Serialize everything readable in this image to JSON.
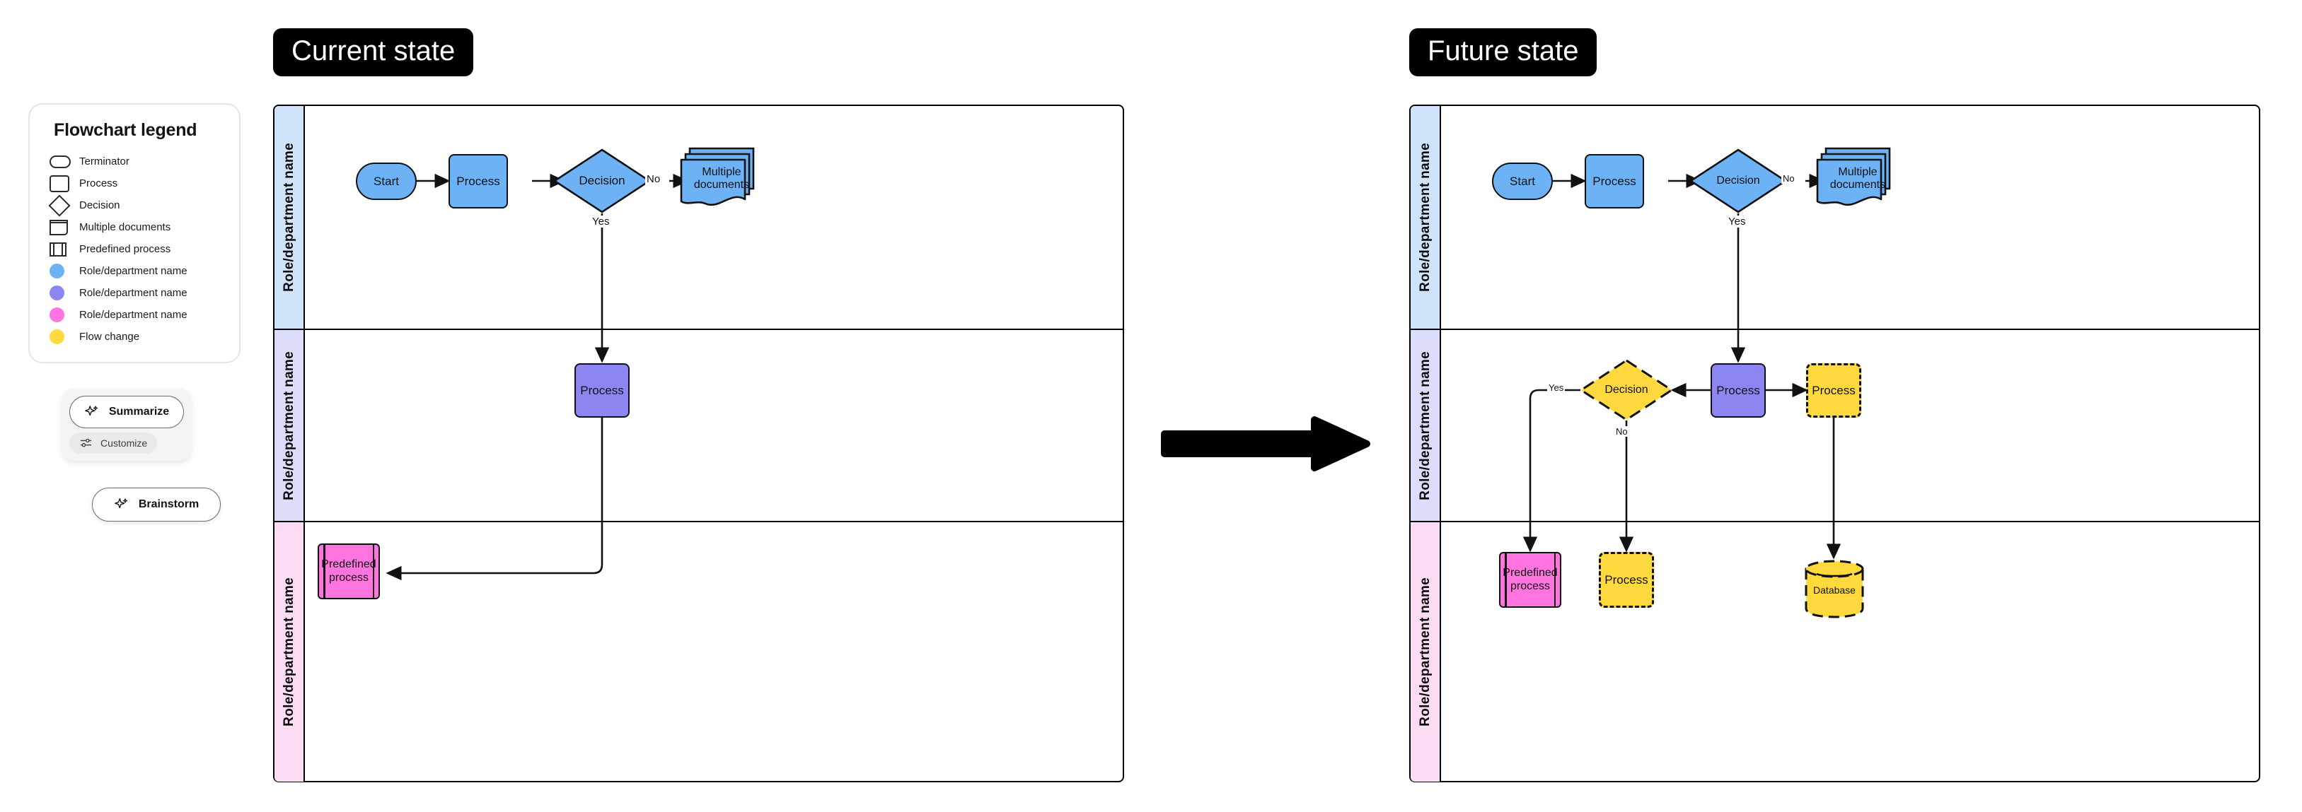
{
  "legend": {
    "title": "Flowchart legend",
    "items": [
      {
        "icon": "terminator-icon",
        "label": "Terminator",
        "color": ""
      },
      {
        "icon": "process-icon",
        "label": "Process",
        "color": ""
      },
      {
        "icon": "decision-icon",
        "label": "Decision",
        "color": ""
      },
      {
        "icon": "multiple-documents-icon",
        "label": "Multiple documents",
        "color": ""
      },
      {
        "icon": "predefined-process-icon",
        "label": "Predefined process",
        "color": ""
      },
      {
        "icon": "role-color-dot-icon",
        "label": "Role/department name",
        "color": "#6cb2f5"
      },
      {
        "icon": "role-color-dot-icon",
        "label": "Role/department name",
        "color": "#8e86f0"
      },
      {
        "icon": "role-color-dot-icon",
        "label": "Role/department name",
        "color": "#ff74de"
      },
      {
        "icon": "flow-change-dot-icon",
        "label": "Flow change",
        "color": "#ffd93d"
      }
    ]
  },
  "ai_tools": {
    "summarize_label": "Summarize",
    "customize_label": "Customize",
    "brainstorm_label": "Brainstorm"
  },
  "diagrams": [
    {
      "id": "current-state",
      "title": "Current state",
      "lanes": [
        {
          "label": "Role/department name",
          "color": "#cfe3fb"
        },
        {
          "label": "Role/department name",
          "color": "#dcdcfb"
        },
        {
          "label": "Role/department name",
          "color": "#fcdcf2"
        }
      ],
      "nodes": [
        {
          "name": "start-terminator",
          "type": "terminator",
          "label": "Start",
          "lane": 0,
          "fill": "#6cb2f5"
        },
        {
          "name": "process-1",
          "type": "process",
          "label": "Process",
          "lane": 0,
          "fill": "#6cb2f5"
        },
        {
          "name": "decision-1",
          "type": "decision",
          "label": "Decision",
          "lane": 0,
          "fill": "#6cb2f5"
        },
        {
          "name": "multiple-documents-1",
          "type": "multiple-documents",
          "label": "Multiple documents",
          "lane": 0,
          "fill": "#6cb2f5"
        },
        {
          "name": "process-2",
          "type": "process",
          "label": "Process",
          "lane": 1,
          "fill": "#8e86f0"
        },
        {
          "name": "predefined-process-1",
          "type": "predefined-process",
          "label": "Predefined process",
          "lane": 2,
          "fill": "#ff74de"
        }
      ],
      "edge_labels": {
        "yes": "Yes",
        "no": "No"
      }
    },
    {
      "id": "future-state",
      "title": "Future state",
      "lanes": [
        {
          "label": "Role/department name",
          "color": "#cfe3fb"
        },
        {
          "label": "Role/department name",
          "color": "#dcdcfb"
        },
        {
          "label": "Role/department name",
          "color": "#fcdcf2"
        }
      ],
      "nodes": [
        {
          "name": "start-terminator",
          "type": "terminator",
          "label": "Start",
          "lane": 0,
          "fill": "#6cb2f5"
        },
        {
          "name": "process-1",
          "type": "process",
          "label": "Process",
          "lane": 0,
          "fill": "#6cb2f5"
        },
        {
          "name": "decision-1",
          "type": "decision",
          "label": "Decision",
          "lane": 0,
          "fill": "#6cb2f5"
        },
        {
          "name": "multiple-documents-1",
          "type": "multiple-documents",
          "label": "Multiple documents",
          "lane": 0,
          "fill": "#6cb2f5"
        },
        {
          "name": "decision-2",
          "type": "decision",
          "label": "Decision",
          "lane": 1,
          "fill": "#ffd93d"
        },
        {
          "name": "process-2",
          "type": "process",
          "label": "Process",
          "lane": 1,
          "fill": "#8e86f0"
        },
        {
          "name": "process-3",
          "type": "process",
          "label": "Process",
          "lane": 1,
          "fill": "#ffd93d"
        },
        {
          "name": "predefined-process-1",
          "type": "predefined-process",
          "label": "Predefined process",
          "lane": 2,
          "fill": "#ff74de"
        },
        {
          "name": "process-4",
          "type": "process",
          "label": "Process",
          "lane": 2,
          "fill": "#ffd93d"
        },
        {
          "name": "database-1",
          "type": "database",
          "label": "Database",
          "lane": 2,
          "fill": "#ffd93d"
        }
      ],
      "edge_labels": {
        "yes": "Yes",
        "no": "No",
        "yes2": "Yes",
        "no2": "No"
      }
    }
  ],
  "transition_arrow": {
    "name": "transition-arrow-icon"
  }
}
